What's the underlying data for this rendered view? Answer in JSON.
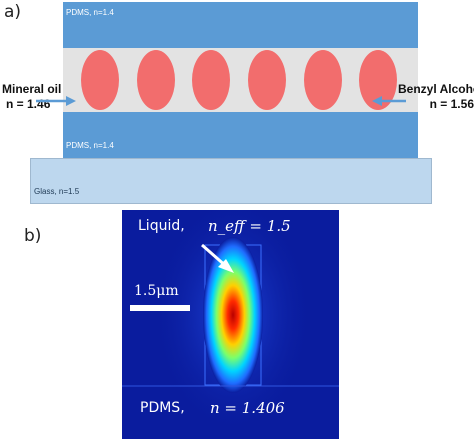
{
  "panel_a": {
    "label": "a)",
    "pdms_top_label": "PDMS, n=1.4",
    "pdms_bottom_label": "PDMS, n=1.4",
    "glass_label": "Glass, n=1.5",
    "mineral_oil_label": "Mineral oil",
    "mineral_oil_index": "n = 1.46",
    "benzyl_label": "Benzyl Alcohol",
    "benzyl_index": "n = 1.56",
    "droplet_count": 6,
    "colors": {
      "pdms": "#5b9bd5",
      "oil": "#e3e3e3",
      "droplet": "#f26d6d",
      "glass": "#bdd7ee",
      "arrow": "#5b9bd5"
    }
  },
  "panel_b": {
    "label": "b)",
    "liquid_label": "Liquid,",
    "neff_label": "n_eff = 1.5",
    "scale_label": "1.5μm",
    "pdms_label": "PDMS,",
    "pdms_index": "n = 1.406",
    "colors": {
      "background": "#0a1c9e",
      "core": "#b80000"
    }
  }
}
